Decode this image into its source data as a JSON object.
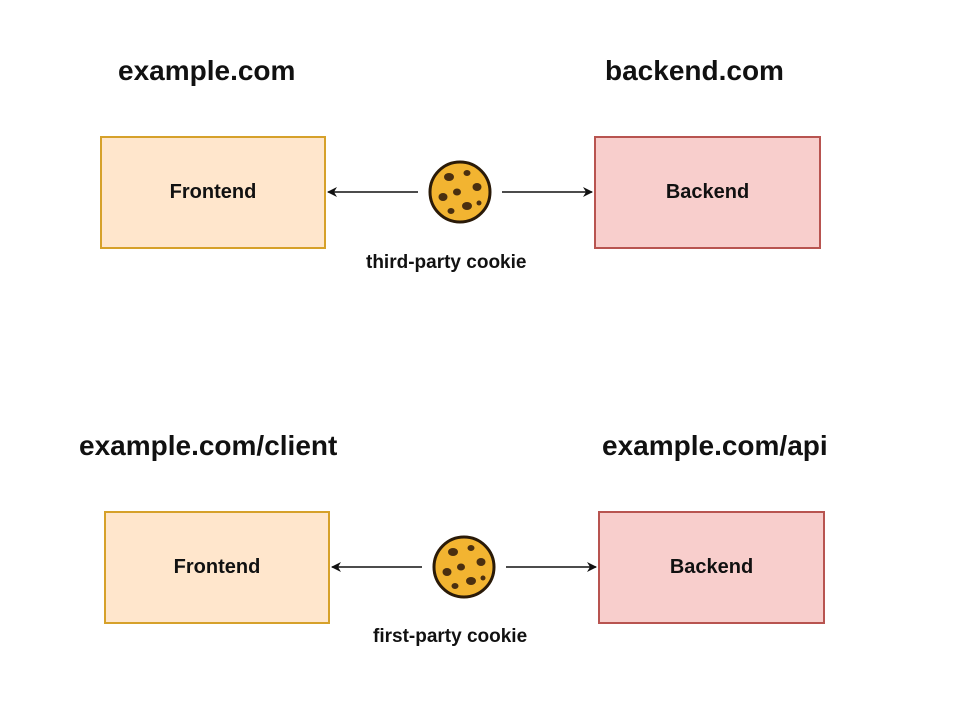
{
  "top": {
    "left_domain": "example.com",
    "right_domain": "backend.com",
    "frontend_label": "Frontend",
    "backend_label": "Backend",
    "cookie_label": "third-party cookie"
  },
  "bottom": {
    "left_domain": "example.com/client",
    "right_domain": "example.com/api",
    "frontend_label": "Frontend",
    "backend_label": "Backend",
    "cookie_label": "first-party cookie"
  },
  "colors": {
    "frontend_fill": "#ffe6cc",
    "frontend_border": "#d6a12a",
    "backend_fill": "#f8cecc",
    "backend_border": "#b85450",
    "cookie_fill": "#f2b431",
    "cookie_chip": "#4a2f10"
  },
  "icons": [
    "cookie-icon",
    "arrow-left-icon",
    "arrow-right-icon"
  ]
}
